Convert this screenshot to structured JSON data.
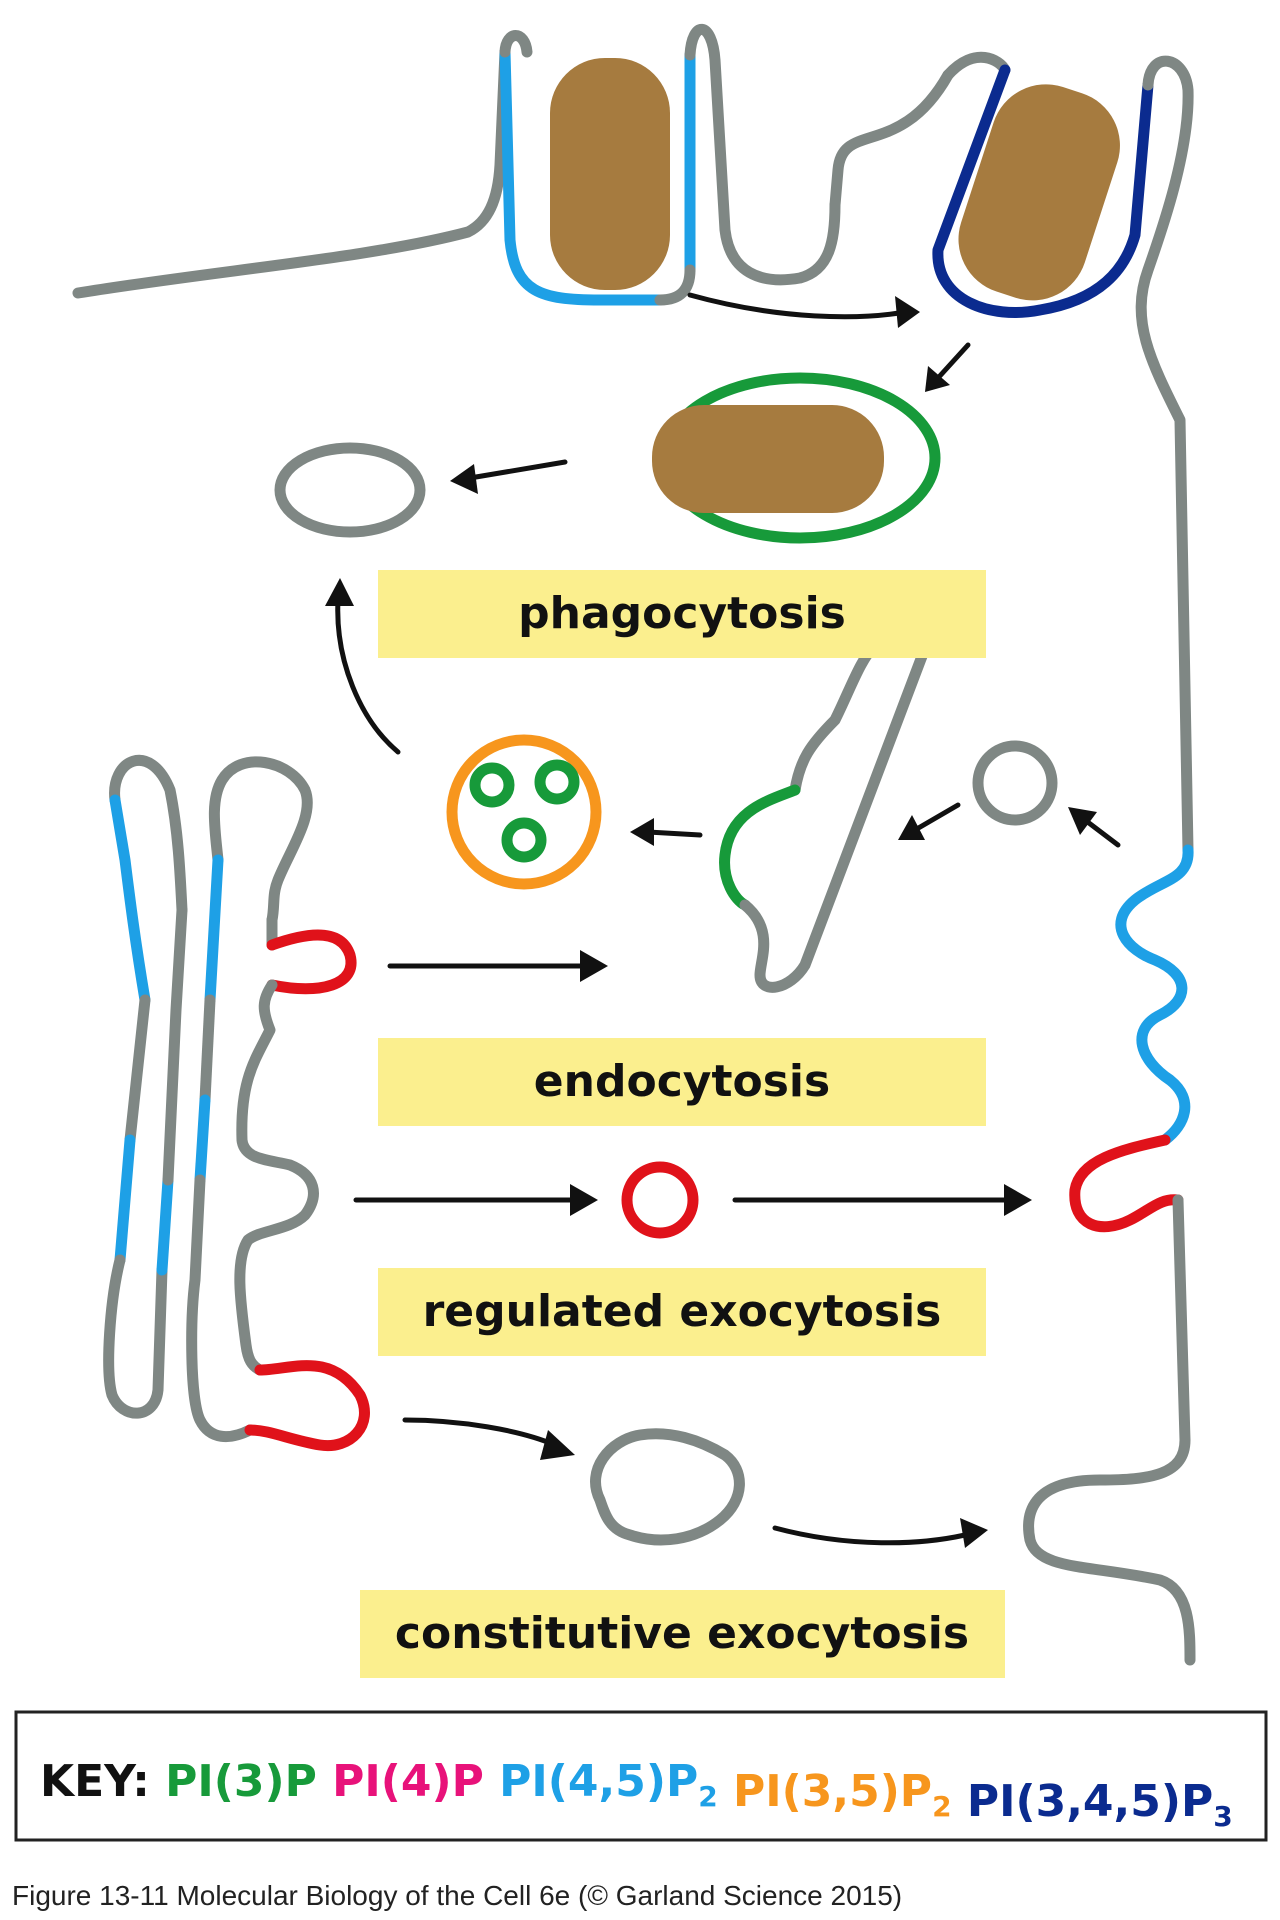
{
  "labels": {
    "phagocytosis": "phagocytosis",
    "endocytosis": "endocytosis",
    "regulated_exocytosis": "regulated exocytosis",
    "constitutive_exocytosis": "constitutive exocytosis"
  },
  "key": {
    "title": "KEY:",
    "items": [
      {
        "text": "PI(3)P",
        "sub": "",
        "color": "#179a3a"
      },
      {
        "text": "PI(4)P",
        "sub": "",
        "color": "#e8127a"
      },
      {
        "text": "PI(4,5)P",
        "sub": "2",
        "color": "#1ea0e6"
      },
      {
        "text": "PI(3,5)P",
        "sub": "2",
        "color": "#f7961d"
      },
      {
        "text": "PI(3,4,5)P",
        "sub": "3",
        "color": "#0b2b8f"
      }
    ]
  },
  "caption": "Figure 13-11  Molecular Biology of the Cell 6e (© Garland Science 2015)",
  "colors": {
    "membrane": "#7f8784",
    "PI(3)P": "#179a3a",
    "PI(4)P": "#e8127a",
    "PI(4,5)P2": "#1ea0e6",
    "PI(3,5)P2": "#f7961d",
    "PI(3,4,5)P3": "#0b2b8f",
    "red_domain": "#e0121a",
    "cargo": "#a67b3f",
    "label_background": "#fbef8e"
  }
}
